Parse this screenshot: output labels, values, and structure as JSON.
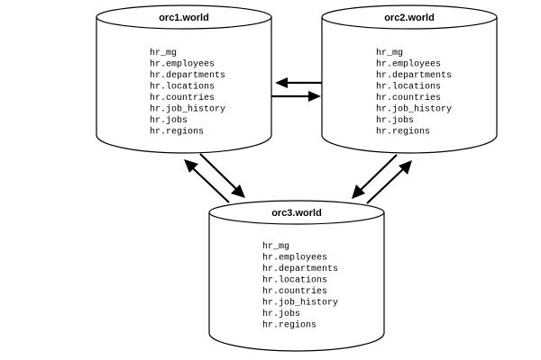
{
  "databases": [
    {
      "id": "orc1",
      "title": "orc1.world",
      "items": [
        "hr_mg",
        "hr.employees",
        "hr.departments",
        "hr.locations",
        "hr.countries",
        "hr.job_history",
        "hr.jobs",
        "hr.regions"
      ]
    },
    {
      "id": "orc2",
      "title": "orc2.world",
      "items": [
        "hr_mg",
        "hr.employees",
        "hr.departments",
        "hr.locations",
        "hr.countries",
        "hr.job_history",
        "hr.jobs",
        "hr.regions"
      ]
    },
    {
      "id": "orc3",
      "title": "orc3.world",
      "items": [
        "hr_mg",
        "hr.employees",
        "hr.departments",
        "hr.locations",
        "hr.countries",
        "hr.job_history",
        "hr.jobs",
        "hr.regions"
      ]
    }
  ],
  "connections": [
    {
      "from": "orc2",
      "to": "orc1"
    },
    {
      "from": "orc1",
      "to": "orc2"
    },
    {
      "from": "orc3",
      "to": "orc1"
    },
    {
      "from": "orc1",
      "to": "orc3"
    },
    {
      "from": "orc2",
      "to": "orc3"
    },
    {
      "from": "orc3",
      "to": "orc2"
    }
  ]
}
